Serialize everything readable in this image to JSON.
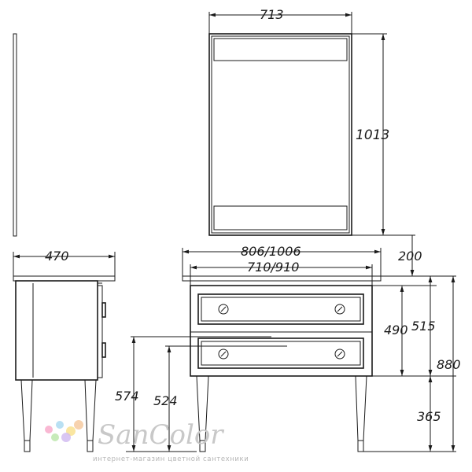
{
  "dimensions": {
    "mirror_width": "713",
    "mirror_height": "1013",
    "cabinet_width": "806/1006",
    "cabinet_inner_width": "710/910",
    "side_depth": "470",
    "top_offset": "200",
    "drawer_height": "490",
    "body_height": "515",
    "total_height": "880",
    "leg_height": "365",
    "handle_height_upper": "574",
    "handle_height_lower": "524"
  },
  "watermark": {
    "brand": "SanColor",
    "tagline": "интернет-магазин цветной сантехники",
    "dot_colors": [
      "#f7a6c8",
      "#a8d8f0",
      "#f9e08a",
      "#b9e6a8",
      "#d0b8f0",
      "#f5c79a"
    ]
  }
}
